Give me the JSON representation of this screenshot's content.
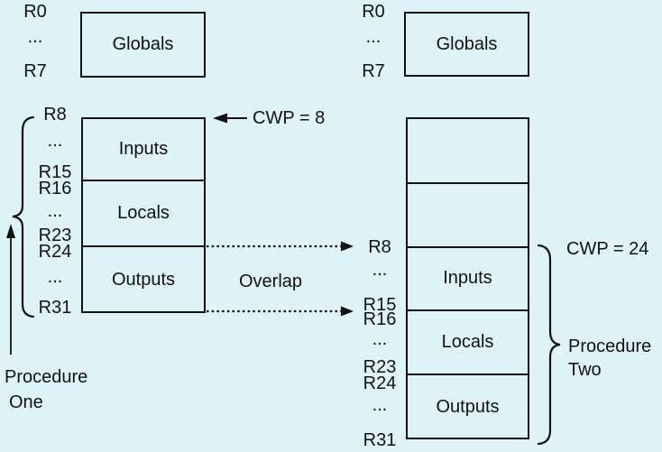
{
  "colors": {
    "background": "#def3f8",
    "line": "#111111",
    "text": "#111111"
  },
  "left_globals": {
    "registers": [
      "R0",
      "...",
      "R7"
    ],
    "label": "Globals"
  },
  "right_globals": {
    "registers": [
      "R0",
      "...",
      "R7"
    ],
    "label": "Globals"
  },
  "left_window": {
    "registers": [
      "R8",
      "...",
      "R15",
      "R16",
      "...",
      "R23",
      "R24",
      "...",
      "R31"
    ],
    "segments": [
      "Inputs",
      "Locals",
      "Outputs"
    ],
    "cwp_label": "CWP = 8",
    "procedure_line1": "Procedure",
    "procedure_line2": "One"
  },
  "right_window": {
    "registers": [
      "R8",
      "...",
      "R15",
      "R16",
      "...",
      "R23",
      "R24",
      "...",
      "R31"
    ],
    "segments": [
      "Inputs",
      "Locals",
      "Outputs"
    ],
    "cwp_label": "CWP = 24",
    "procedure_line1": "Procedure",
    "procedure_line2": "Two"
  },
  "overlap_label": "Overlap"
}
